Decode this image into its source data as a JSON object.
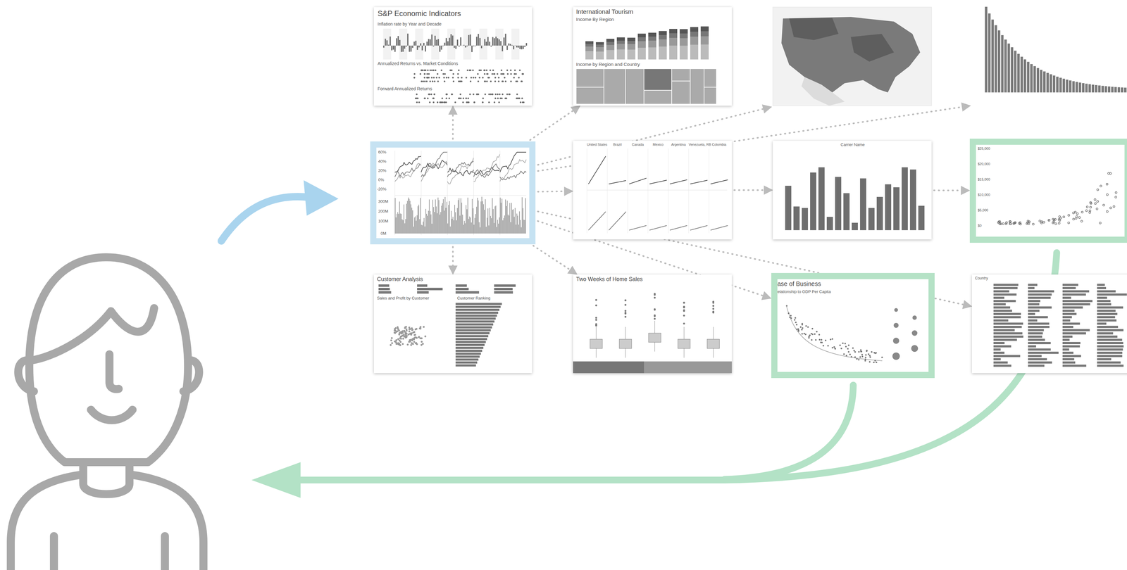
{
  "diagram": {
    "nodes": [
      {
        "text": [
          "60%",
          "40%",
          "20%",
          "0%",
          "-20%",
          "300M",
          "200M",
          "100M",
          "0M"
        ]
      },
      {
        "text": [
          "S&P Economic Indicators",
          "Inflation rate by Year and Decade",
          "Annualized Returns vs. Market Conditions",
          "Forward Annualized Returns"
        ]
      },
      {
        "text": [
          "International Tourism",
          "Income By Region",
          "Income by Region and Country"
        ]
      },
      {
        "text": [
          "United States",
          "Brazil",
          "Canada",
          "Mexico",
          "Argentina",
          "Venezuela, RB",
          "Colombia"
        ]
      },
      {
        "text": [
          "Carrier Name"
        ]
      },
      {
        "text": [
          "$25,000",
          "$20,000",
          "$15,000",
          "$10,000",
          "$5,000",
          "$0"
        ]
      },
      {
        "text": [
          "Customer Analysis",
          "Sales and Profit by Customer",
          "Customer Ranking"
        ]
      },
      {
        "text": [
          "Two Weeks of Home Sales"
        ]
      },
      {
        "text": [
          "ase of Business",
          "elationship to GDP Per Capita"
        ]
      },
      {
        "text": [
          "Country"
        ]
      }
    ],
    "edges": [
      {
        "from": 0,
        "to": 1,
        "arrow": "to"
      },
      {
        "from": 0,
        "to": 2,
        "arrow": "to"
      },
      {
        "from": 0,
        "to": 3,
        "arrow": "to"
      },
      {
        "from": 0,
        "to": 6,
        "arrow": "to"
      },
      {
        "from": 0,
        "to": 7,
        "arrow": "to"
      },
      {
        "from": 0,
        "to": 8,
        "arrow": "to"
      },
      {
        "from": 0,
        "to": 9,
        "arrow": "to"
      },
      {
        "from": 3,
        "to": 4,
        "arrow": "to"
      },
      {
        "from": 4,
        "to": 5,
        "arrow": "to"
      }
    ]
  }
}
